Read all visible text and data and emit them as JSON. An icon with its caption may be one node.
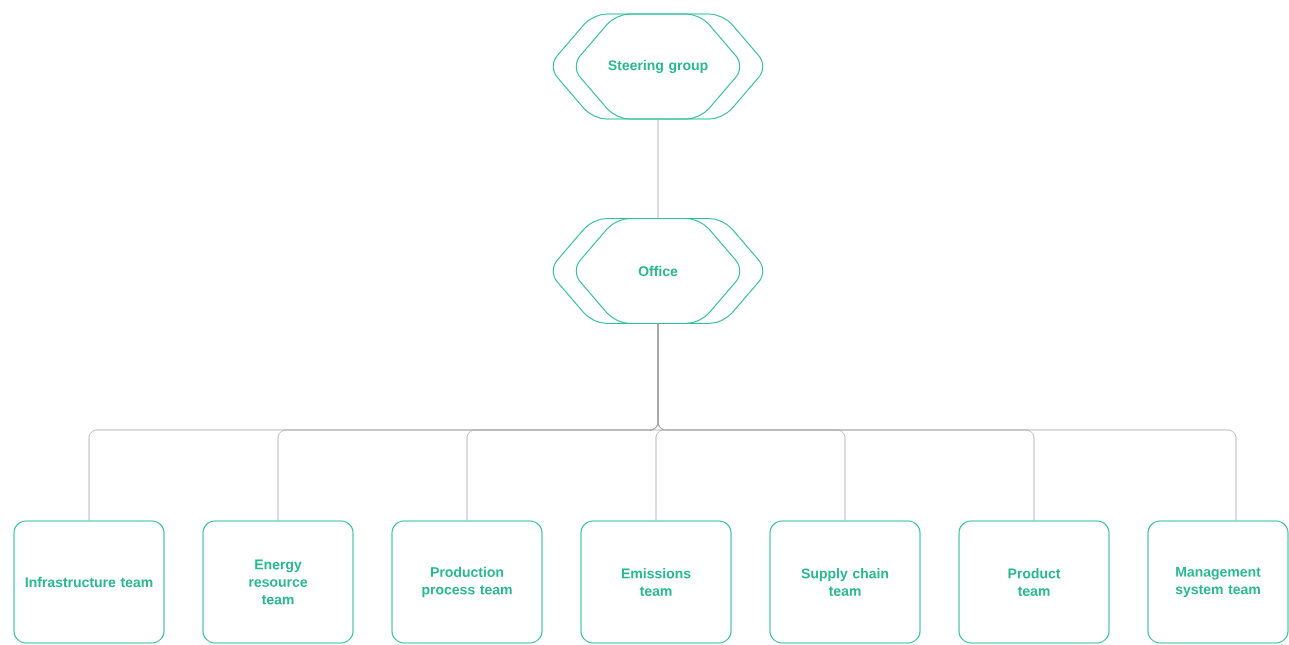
{
  "diagram": {
    "nodes": [
      {
        "text": [
          "Steering group"
        ]
      },
      {
        "text": [
          "Office"
        ]
      },
      {
        "text": [
          "Infrastructure team"
        ]
      },
      {
        "text": [
          "Energy resource team"
        ]
      },
      {
        "text": [
          "Production process team"
        ]
      },
      {
        "text": [
          "Emissions team"
        ]
      },
      {
        "text": [
          "Supply chain team"
        ]
      },
      {
        "text": [
          "Product team"
        ]
      },
      {
        "text": [
          "Management system team"
        ]
      }
    ],
    "edges": [
      {
        "from": 0,
        "to": 1,
        "arrow": "none"
      },
      {
        "from": 1,
        "to": 2,
        "arrow": "none"
      },
      {
        "from": 1,
        "to": 3,
        "arrow": "none"
      },
      {
        "from": 1,
        "to": 4,
        "arrow": "none"
      },
      {
        "from": 1,
        "to": 5,
        "arrow": "none"
      },
      {
        "from": 1,
        "to": 6,
        "arrow": "none"
      },
      {
        "from": 1,
        "to": 7,
        "arrow": "none"
      },
      {
        "from": 1,
        "to": 8,
        "arrow": "none"
      }
    ]
  }
}
